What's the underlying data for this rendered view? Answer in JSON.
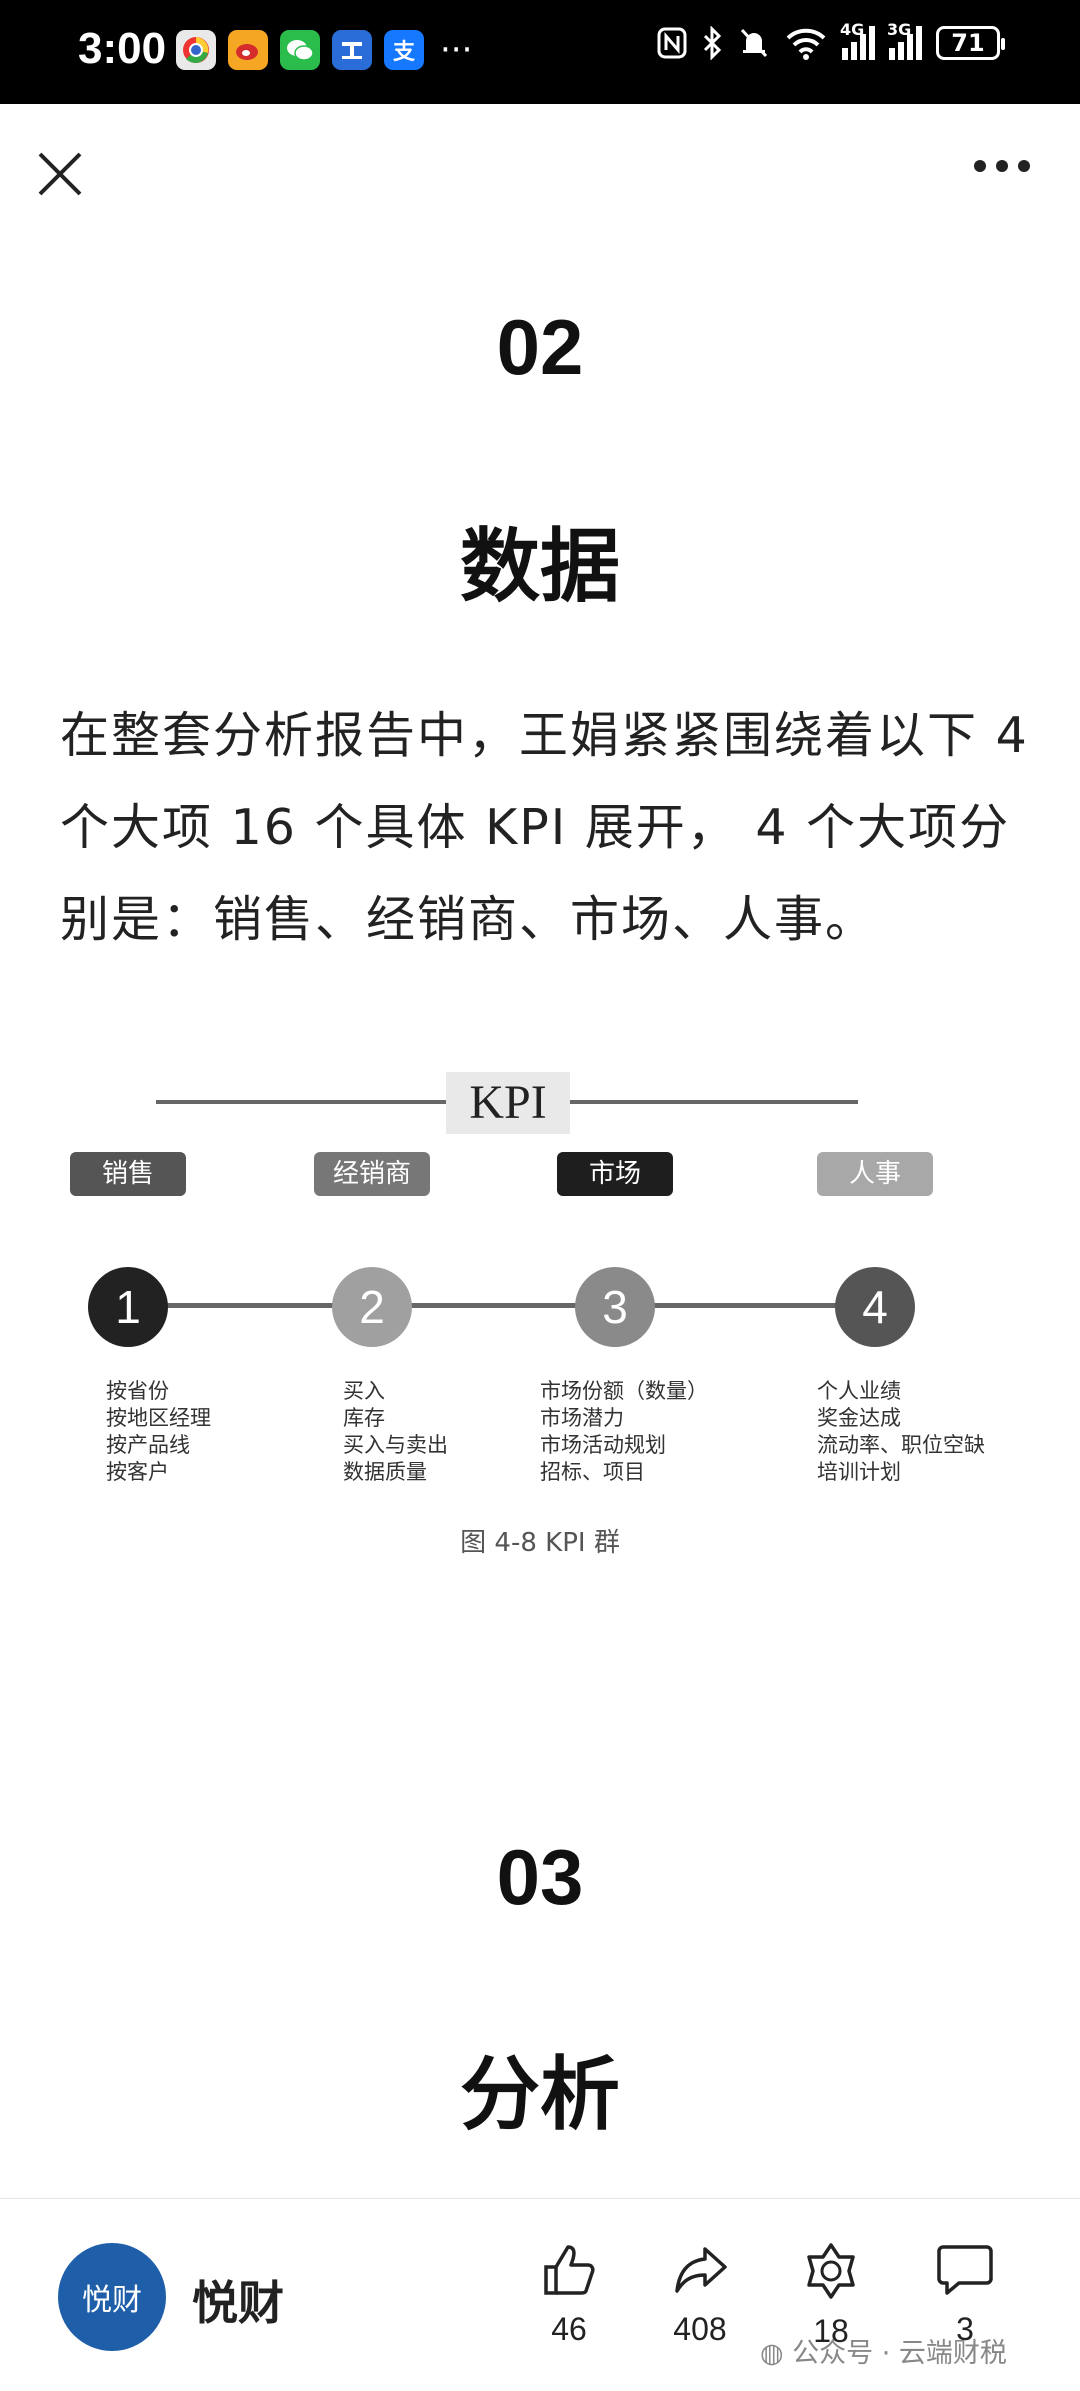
{
  "status_bar": {
    "time": "3:00",
    "apps": [
      {
        "icon": "chrome-app-icon",
        "color": "#e8e8e8"
      },
      {
        "icon": "weibo-app-icon",
        "color": "#f5a623"
      },
      {
        "icon": "wechat-app-icon",
        "color": "#2bbd4c"
      },
      {
        "icon": "gov-app-icon",
        "color": "#2a6cd8"
      },
      {
        "icon": "alipay-app-icon",
        "color": "#1677ff",
        "label": "支"
      }
    ],
    "more": "···",
    "network_1": "4G",
    "network_2": "3G",
    "battery": "71"
  },
  "article": {
    "section_02": {
      "number": "02",
      "title": "数据"
    },
    "paragraph": "在整套分析报告中，王娟紧紧围绕着以下 4 个大项 16 个具体 KPI 展开， 4 个大项分别是：销售、经销商、市场、人事。",
    "figure": {
      "kpi_label": "KPI",
      "categories": [
        {
          "label": "销售",
          "color": "#555555",
          "number": "1",
          "node_color": "#222222",
          "items": [
            "按省份",
            "按地区经理",
            "按产品线",
            "按客户"
          ]
        },
        {
          "label": "经销商",
          "color": "#777777",
          "number": "2",
          "node_color": "#a0a0a0",
          "items": [
            "买入",
            "库存",
            "买入与卖出",
            "数据质量"
          ]
        },
        {
          "label": "市场",
          "color": "#1e1e1e",
          "number": "3",
          "node_color": "#8a8a8a",
          "items": [
            "市场份额（数量）",
            "市场潜力",
            "市场活动规划",
            "招标、项目"
          ]
        },
        {
          "label": "人事",
          "color": "#a8a8a8",
          "number": "4",
          "node_color": "#555555",
          "items": [
            "个人业绩",
            "奖金达成",
            "流动率、职位空缺",
            "培训计划"
          ]
        }
      ],
      "caption": "图 4-8   KPI 群"
    },
    "section_03": {
      "number": "03",
      "title": "分析"
    }
  },
  "bottom_bar": {
    "avatar_text": "悦财",
    "author": "悦财",
    "like_count": "46",
    "share_count": "408",
    "recommend_count": "18",
    "comment_count": "3",
    "watermark": "公众号 · 云端财税"
  }
}
